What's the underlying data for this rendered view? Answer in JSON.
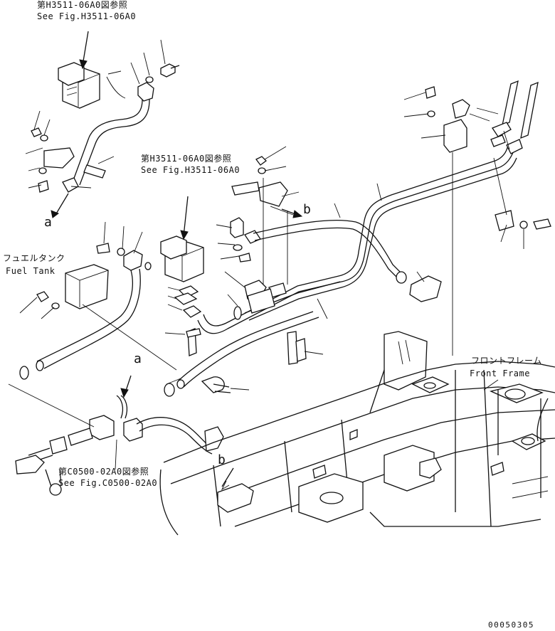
{
  "references": {
    "top_left": {
      "jp": "第H3511-06A0図参照",
      "en": "See Fig.H3511-06A0"
    },
    "middle": {
      "jp": "第H3511-06A0図参照",
      "en": "See Fig.H3511-06A0"
    },
    "bottom": {
      "jp": "第C0500-02A0図参照",
      "en": "See Fig.C0500-02A0"
    }
  },
  "fuel_tank": {
    "jp": "フュエルタンク",
    "en": "Fuel Tank"
  },
  "front_frame": {
    "jp": "フロントフレーム",
    "en": "Front Frame"
  },
  "markers": {
    "a": "a",
    "b": "b"
  },
  "drawing_number": "00050305"
}
